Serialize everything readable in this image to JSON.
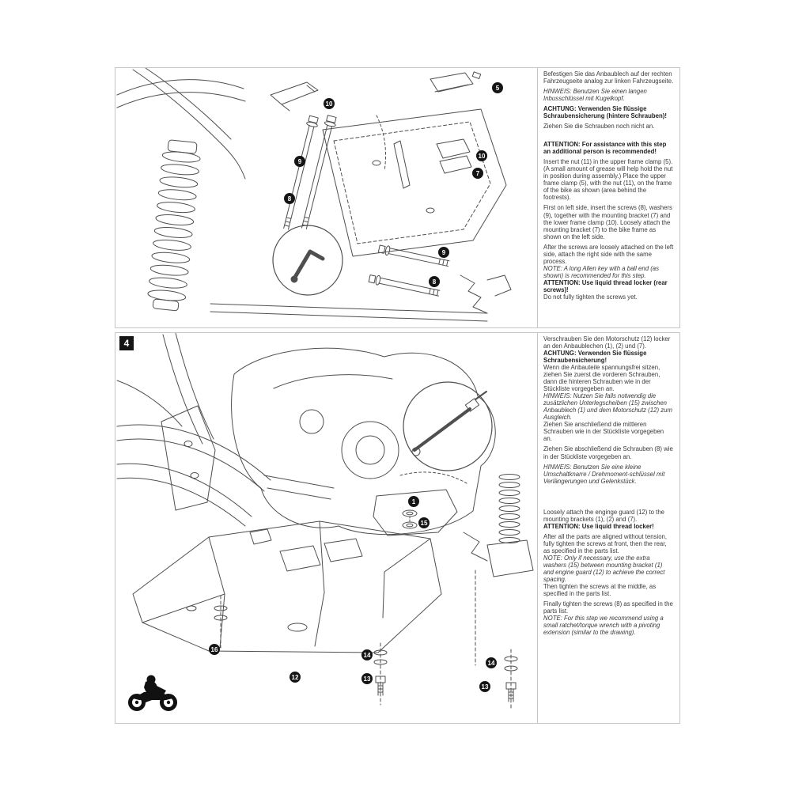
{
  "panel_top": {
    "callouts": [
      "5",
      "10",
      "9",
      "10",
      "7",
      "8",
      "9",
      "8"
    ],
    "de": {
      "p1": "Befestigen Sie das Anbaublech auf der rechten Fahrzeugseite analog zur linken Fahrzeugseite.",
      "note1": "HINWEIS: Benutzen Sie einen langen Inbusschlüssel mit Kugelkopf.",
      "warn1": "ACHTUNG: Verwenden Sie flüssige Schraubensicherung (hintere Schrauben)!",
      "p2": "Ziehen Sie die Schrauben noch nicht an."
    },
    "en": {
      "warn1": "ATTENTION: For assistance with this step an additional person is recommended!",
      "p1": "Insert the nut (11) in the upper frame clamp (5). (A small amount of grease will help hold the nut in position during assembly.) Place the upper frame clamp (5), with the nut (11), on the frame of the bike as shown (area behind the footrests).",
      "p2": "First on left side, insert the screws (8), washers (9), together with the mounting bracket (7) and the lower frame clamp (10). Loosely attach the mounting bracket (7) to the bike frame as shown on the left side.",
      "p3": "After the screws are loosely attached on the left side, attach the right side with the same process.",
      "note1": "NOTE: A long Allen key with a ball end (as shown) is recommended for this step.",
      "warn2": "ATTENTION: Use liquid thread locker (rear screws)!",
      "p4": "Do not fully tighten the screws yet."
    }
  },
  "panel_bottom": {
    "step": "4",
    "callouts": [
      "1",
      "15",
      "16",
      "12",
      "14",
      "13",
      "14",
      "13"
    ],
    "de": {
      "p1": "Verschrauben Sie den Motorschutz (12) locker an den Anbaublechen (1), (2) und (7).",
      "warn1": "ACHTUNG: Verwenden Sie flüssige Schraubensicherung!",
      "p2": "Wenn die Anbauteile spannungsfrei sitzen, ziehen Sie zuerst die vorderen Schrauben, dann die hinteren Schrauben wie in der Stückliste vorgegeben an.",
      "note1": "HINWEIS: Nutzen Sie falls notwendig die zusätzlichen Unterlegscheiben (15) zwischen Anbaublech (1) und dem Motorschutz (12) zum Ausgleich.",
      "p3": "Ziehen Sie anschließend die mittleren Schrauben wie in der Stückliste vorgegeben an.",
      "p4": "Ziehen Sie abschließend die Schrauben (8) wie in der Stückliste vorgegeben an.",
      "note2": "HINWEIS: Benutzen Sie eine kleine Umschaltknarre / Drehmoment-schlüssel mit Verlängerungen und Gelenkstück."
    },
    "en": {
      "p1": "Loosely attach the enginge guard (12) to the mounting brackets (1), (2) and (7).",
      "warn1": "ATTENTION: Use liquid thread locker!",
      "p2": "After all the parts are aligned without tension, fully tighten the screws at front, then the rear, as specified in the parts list.",
      "note1": "NOTE: Only if necessary, use the extra washers (15) between mounting bracket (1) and engine guard (12) to achieve the correct spacing.",
      "p3": "Then tighten the screws at the middle, as specified in the parts list.",
      "p4": "Finally tighten the screws (8) as specified in the parts list.",
      "note2": "NOTE: For this step we recommend using a small ratchet/torque wrench with a pivoting extension (similar to the drawing)."
    }
  }
}
